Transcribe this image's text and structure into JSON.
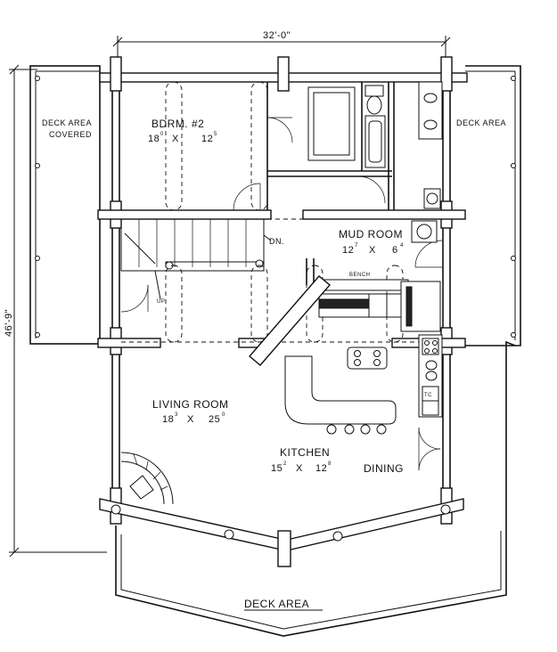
{
  "dimensions": {
    "width_overall": "32'-0\"",
    "depth_overall": "46'-9\""
  },
  "rooms": {
    "bedroom2": {
      "name": "BDRM. #2",
      "w": "18",
      "w_sup": "0",
      "h": "12",
      "h_sup": "5",
      "sep": "X"
    },
    "mud_room": {
      "name": "MUD ROOM",
      "w": "12",
      "w_sup": "7",
      "h": "6",
      "h_sup": "4",
      "sep": "X"
    },
    "living_room": {
      "name": "LIVING ROOM",
      "w": "18",
      "w_sup": "3",
      "h": "25",
      "h_sup": "0",
      "sep": "X"
    },
    "kitchen": {
      "name": "KITCHEN",
      "w": "15",
      "w_sup": "2",
      "h": "12",
      "h_sup": "8",
      "sep": "X"
    },
    "dining": {
      "name": "DINING"
    }
  },
  "decks": {
    "left": {
      "name": "DECK AREA",
      "note": "COVERED"
    },
    "right": {
      "name": "DECK AREA"
    },
    "bottom": {
      "name": "DECK AREA"
    }
  },
  "stair_labels": {
    "down": "DN.",
    "up": "UP"
  },
  "fixtures": {
    "bench": "BENCH",
    "trash_compactor": "TC"
  }
}
